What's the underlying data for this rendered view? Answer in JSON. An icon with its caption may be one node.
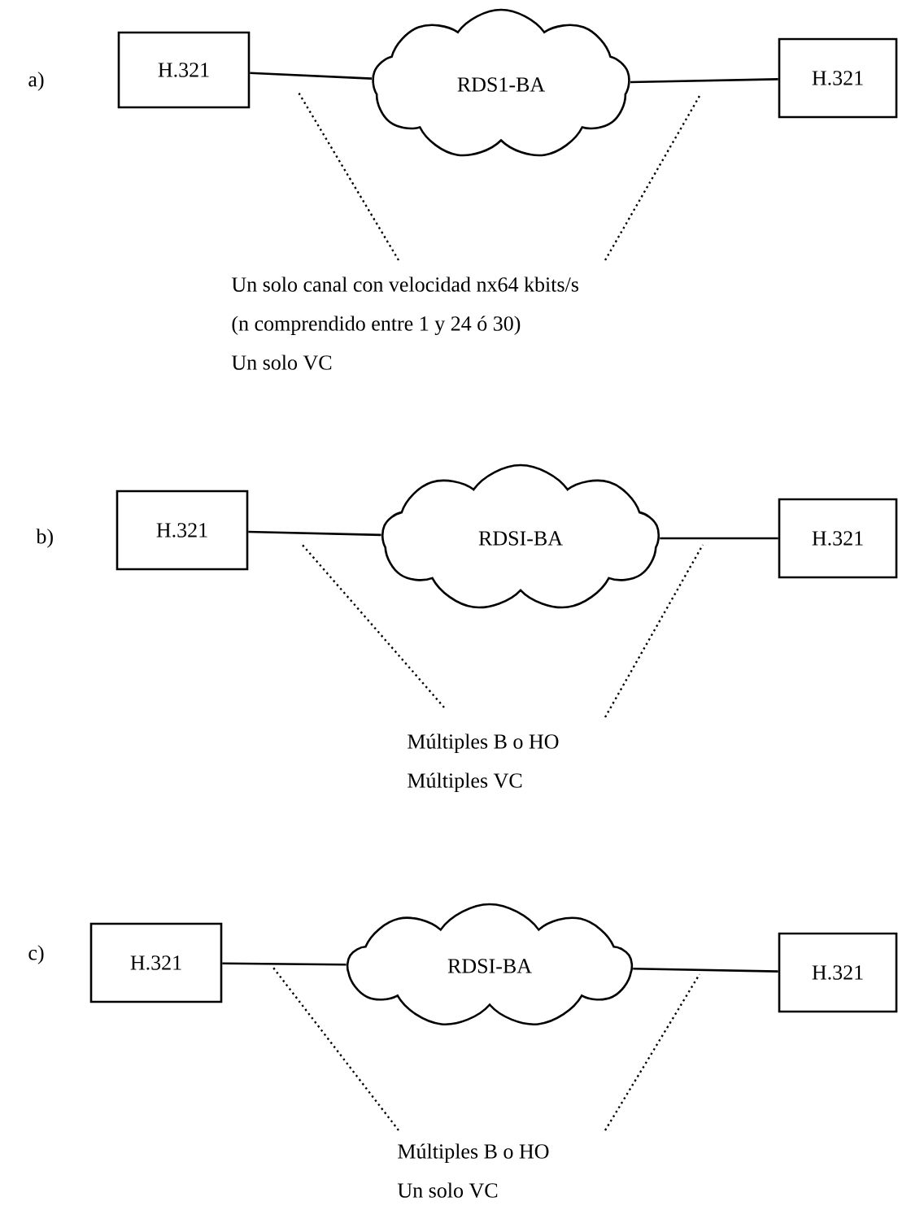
{
  "diagram": {
    "nodes": [
      {
        "text": [
          "H.321"
        ]
      },
      {
        "text": [
          "RDS1-BA"
        ]
      },
      {
        "text": [
          "H.321"
        ]
      },
      {
        "text": [
          "Un solo canal con velocidad nx64 kbits/s",
          "(n comprendido entre 1 y 24 ó 30)",
          "Un solo VC"
        ]
      },
      {
        "text": [
          "H.321"
        ]
      },
      {
        "text": [
          "RDSI-BA"
        ]
      },
      {
        "text": [
          "H.321"
        ]
      },
      {
        "text": [
          "Múltiples B o HO",
          "Múltiples VC"
        ]
      },
      {
        "text": [
          "H.321"
        ]
      },
      {
        "text": [
          "RDSI-BA"
        ]
      },
      {
        "text": [
          "H.321"
        ]
      },
      {
        "text": [
          "Múltiples B o HO",
          "Un solo VC"
        ]
      }
    ],
    "edges": [
      {
        "from": 0,
        "to": 1,
        "arrow": "none"
      },
      {
        "from": 1,
        "to": 2,
        "arrow": "none"
      },
      {
        "from": 3,
        "to": null,
        "arrow": "none",
        "style": "dashed"
      },
      {
        "from": 3,
        "to": null,
        "arrow": "none",
        "style": "dashed"
      },
      {
        "from": 4,
        "to": 5,
        "arrow": "none"
      },
      {
        "from": 5,
        "to": 6,
        "arrow": "none"
      },
      {
        "from": 7,
        "to": null,
        "arrow": "none",
        "style": "dashed"
      },
      {
        "from": 7,
        "to": null,
        "arrow": "none",
        "style": "dashed"
      },
      {
        "from": 8,
        "to": 9,
        "arrow": "none"
      },
      {
        "from": 9,
        "to": 10,
        "arrow": "none"
      },
      {
        "from": 11,
        "to": null,
        "arrow": "none",
        "style": "dashed"
      },
      {
        "from": 11,
        "to": null,
        "arrow": "none",
        "style": "dashed"
      }
    ],
    "labels": [
      "a)",
      "b)",
      "c)"
    ]
  }
}
